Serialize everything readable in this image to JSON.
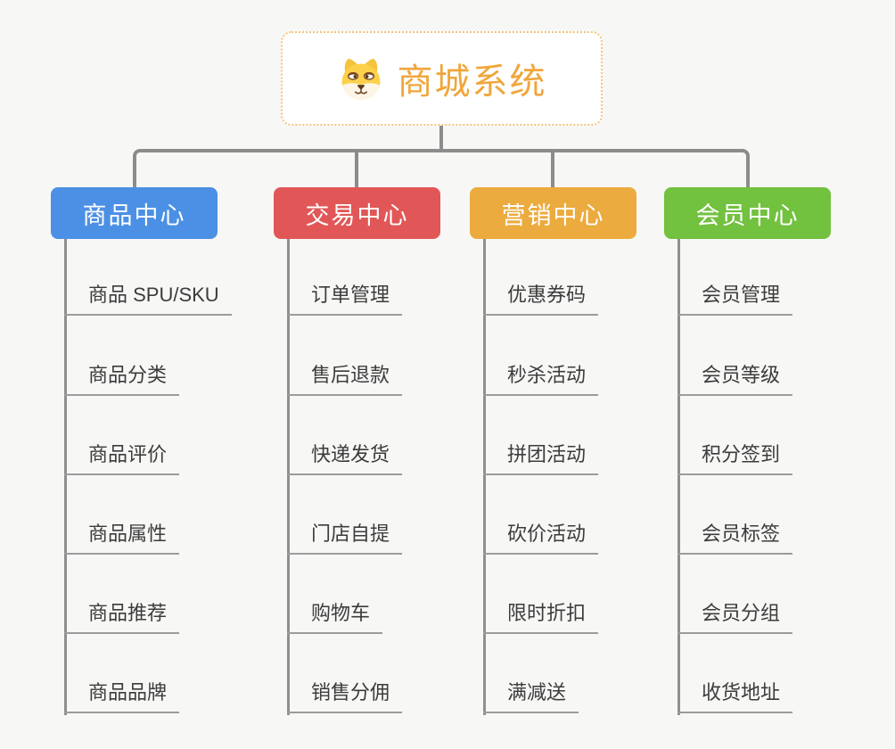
{
  "root": {
    "title": "商城系统",
    "icon": "shiba-dog-icon"
  },
  "branches": [
    {
      "label": "商品中心",
      "color": "#4b90e4",
      "items": [
        "商品 SPU/SKU",
        "商品分类",
        "商品评价",
        "商品属性",
        "商品推荐",
        "商品品牌"
      ]
    },
    {
      "label": "交易中心",
      "color": "#e15757",
      "items": [
        "订单管理",
        "售后退款",
        "快递发货",
        "门店自提",
        "购物车",
        "销售分佣"
      ]
    },
    {
      "label": "营销中心",
      "color": "#ecab3e",
      "items": [
        "优惠券码",
        "秒杀活动",
        "拼团活动",
        "砍价活动",
        "限时折扣",
        "满减送"
      ]
    },
    {
      "label": "会员中心",
      "color": "#72c13f",
      "items": [
        "会员管理",
        "会员等级",
        "积分签到",
        "会员标签",
        "会员分组",
        "收货地址"
      ]
    }
  ],
  "colors": {
    "background": "#f7f7f6",
    "root_accent": "#f0a63c",
    "root_border": "#f3c47c",
    "connector": "#8c8c8c",
    "leaf_line": "#9c9c9c",
    "leaf_text": "#3c3c3c"
  }
}
